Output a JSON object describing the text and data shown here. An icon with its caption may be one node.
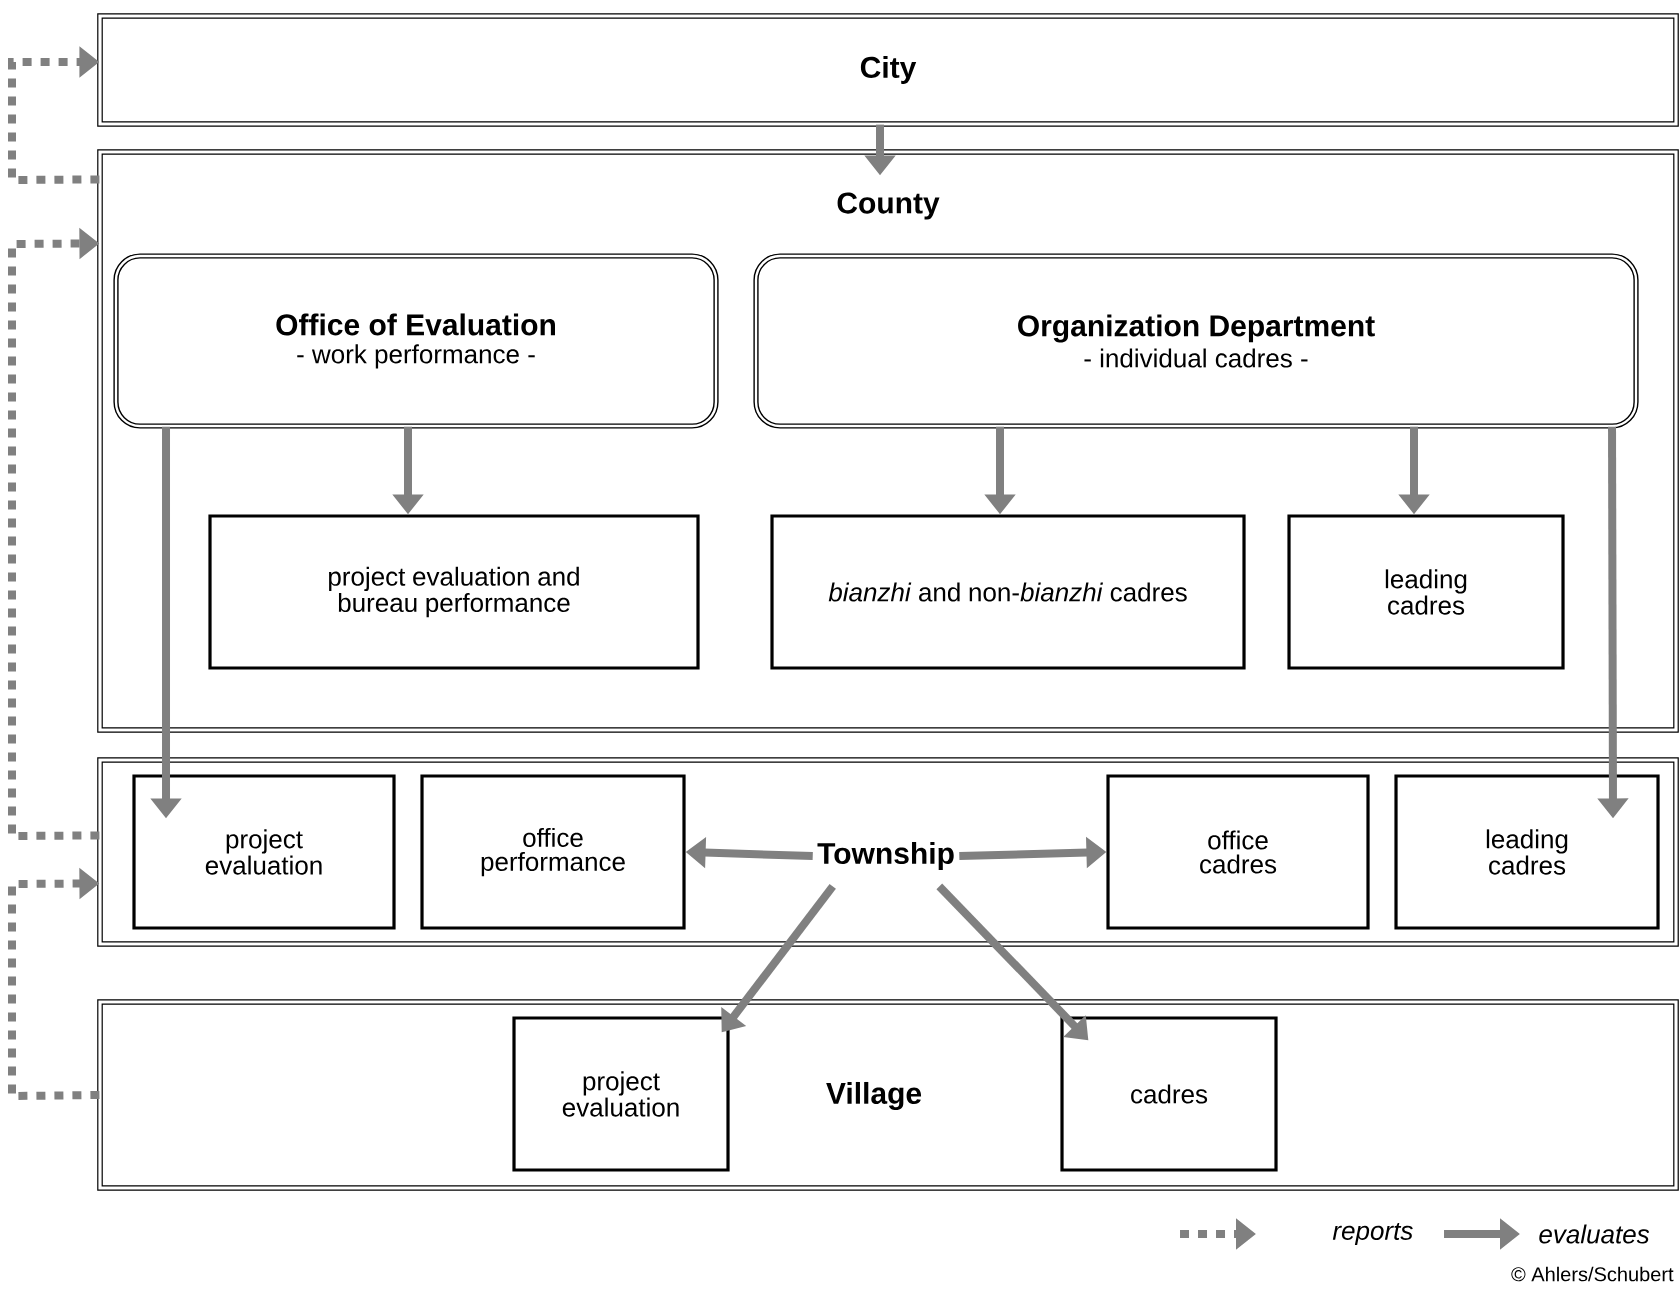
{
  "diagram": {
    "nodes": [
      {
        "text": [
          "City"
        ]
      },
      {
        "text": [
          "County"
        ]
      },
      {
        "text": [
          "Office of Evaluation",
          "- work performance -"
        ],
        "in": 1
      },
      {
        "text": [
          "Organization Department",
          "- individual cadres -"
        ],
        "in": 1
      },
      {
        "text": [
          "project evaluation and bureau performance"
        ],
        "in": 1
      },
      {
        "text": [
          "*bianzhi* and non-*bianzhi* cadres"
        ],
        "in": 1
      },
      {
        "text": [
          "leading cadres"
        ],
        "in": 1
      },
      {
        "text": [],
        "shape": "box"
      },
      {
        "text": [
          "project evaluation"
        ],
        "in": 7
      },
      {
        "text": [
          "office performance"
        ],
        "in": 7
      },
      {
        "text": [
          "Township"
        ],
        "in": 7
      },
      {
        "text": [
          "office cadres"
        ],
        "in": 7
      },
      {
        "text": [
          "leading cadres"
        ],
        "in": 7
      },
      {
        "text": [
          "Village"
        ]
      },
      {
        "text": [
          "project evaluation"
        ],
        "in": 13
      },
      {
        "text": [
          "cadres"
        ],
        "in": 13
      }
    ],
    "edges": [
      {
        "from": 0,
        "to": 1,
        "arrow": "to"
      },
      {
        "from": 2,
        "to": 4,
        "arrow": "to"
      },
      {
        "from": 3,
        "to": 5,
        "arrow": "to"
      },
      {
        "from": 3,
        "to": 6,
        "arrow": "to"
      },
      {
        "from": 2,
        "to": 8,
        "arrow": "to"
      },
      {
        "from": 3,
        "to": 12,
        "arrow": "to"
      },
      {
        "from": 10,
        "to": 9,
        "arrow": "to"
      },
      {
        "from": 10,
        "to": 11,
        "arrow": "to"
      },
      {
        "from": 10,
        "to": 14,
        "arrow": "to"
      },
      {
        "from": 10,
        "to": 15,
        "arrow": "to"
      },
      {
        "from": 1,
        "to": 0,
        "arrow": "to",
        "style": "dashed"
      },
      {
        "from": 7,
        "to": 1,
        "arrow": "to",
        "style": "dashed"
      },
      {
        "from": 13,
        "to": 7,
        "arrow": "to",
        "style": "dashed"
      }
    ],
    "labels": [
      "© Ahlers/Schubert"
    ],
    "legend": [
      {
        "text": "reports"
      },
      {
        "text": "evaluates"
      }
    ]
  }
}
